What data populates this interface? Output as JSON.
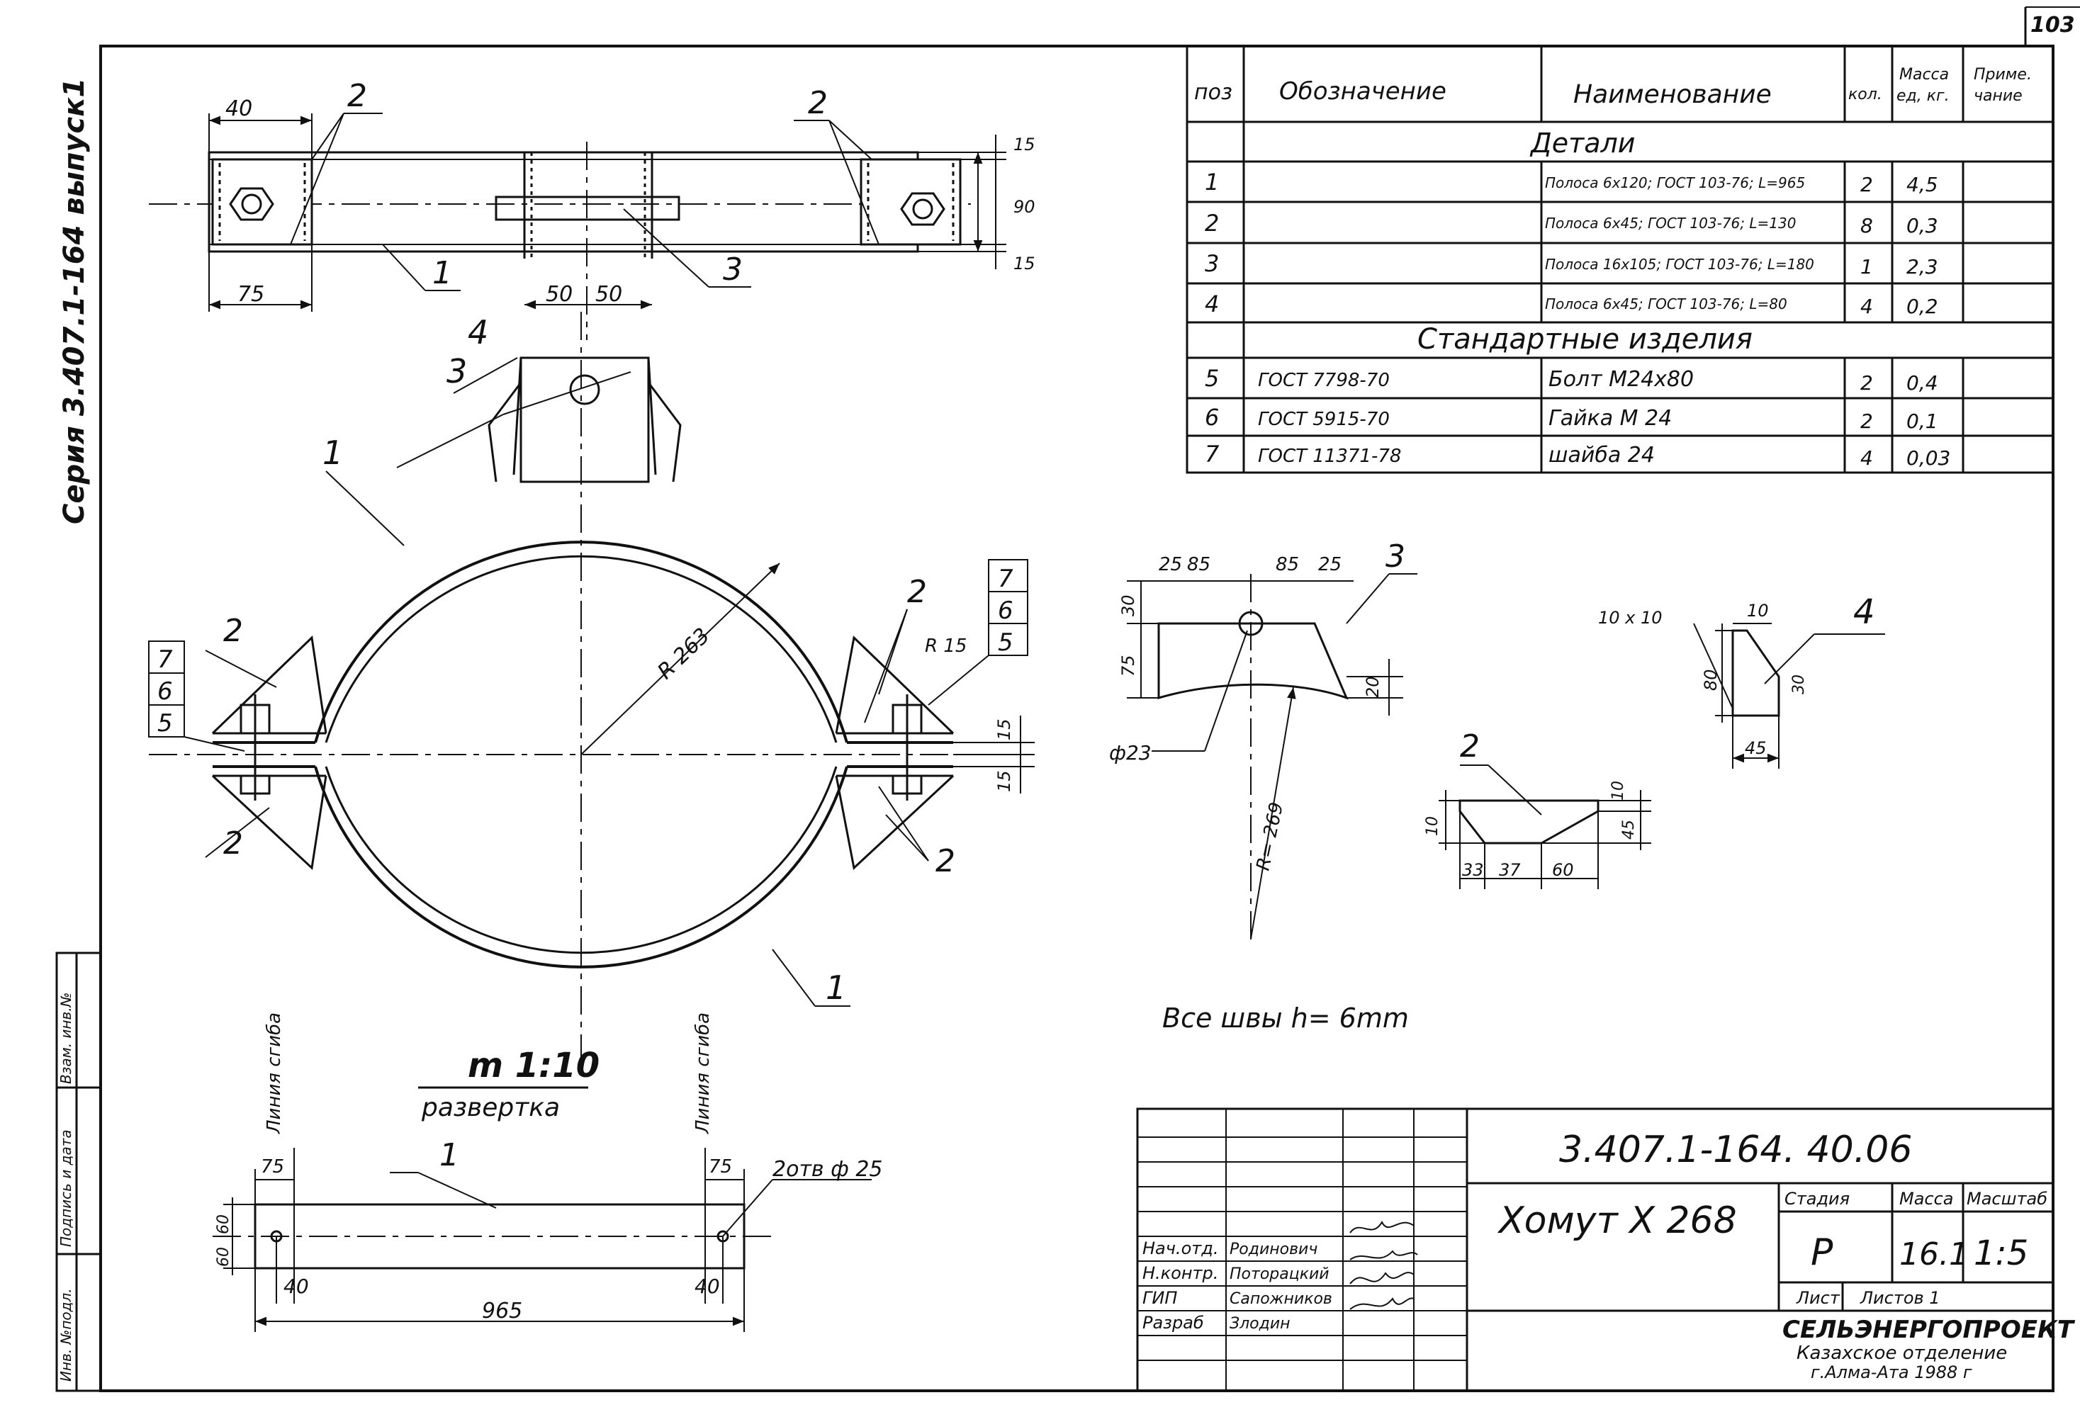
{
  "page_number": "103",
  "series": "Серия 3.407.1-164 выпуск1",
  "spec_table": {
    "headers": {
      "pos": "поз",
      "designation": "Обозначение",
      "name": "Наименование",
      "qty": "кол.",
      "mass1": "Масса",
      "mass2": "ед, кг.",
      "note1": "Приме.",
      "note2": "чание"
    },
    "section_details": "Детали",
    "section_standard": "Стандартные изделия",
    "rows": [
      {
        "pos": "1",
        "designation": "",
        "name": "Полоса 6x120; ГОСТ 103-76; L=965",
        "qty": "2",
        "mass": "4,5"
      },
      {
        "pos": "2",
        "designation": "",
        "name": "Полоса 6x45; ГОСТ 103-76; L=130",
        "qty": "8",
        "mass": "0,3"
      },
      {
        "pos": "3",
        "designation": "",
        "name": "Полоса 16x105; ГОСТ 103-76; L=180",
        "qty": "1",
        "mass": "2,3"
      },
      {
        "pos": "4",
        "designation": "",
        "name": "Полоса 6x45; ГОСТ 103-76; L=80",
        "qty": "4",
        "mass": "0,2"
      },
      {
        "pos": "5",
        "designation": "ГОСТ 7798-70",
        "name": "Болт М24х80",
        "qty": "2",
        "mass": "0,4"
      },
      {
        "pos": "6",
        "designation": "ГОСТ 5915-70",
        "name": "Гайка М 24",
        "qty": "2",
        "mass": "0,1"
      },
      {
        "pos": "7",
        "designation": "ГОСТ 11371-78",
        "name": "шайба 24",
        "qty": "4",
        "mass": "0,03"
      }
    ]
  },
  "top_view": {
    "dim_40": "40",
    "dim_75": "75",
    "dim_50a": "50",
    "dim_50b": "50",
    "dim_15a": "15",
    "dim_90": "90",
    "dim_15b": "15",
    "leader_2a": "2",
    "leader_2b": "2",
    "leader_1": "1",
    "leader_3": "3"
  },
  "main_view": {
    "radius": "R 263",
    "leader_4": "4",
    "leader_3": "3",
    "leader_1a": "1",
    "leader_1b": "1",
    "leader_2_lt": "2",
    "leader_2_lb": "2",
    "leader_2_rt": "2",
    "leader_2_rb": "2",
    "stack_left": [
      "7",
      "6",
      "5"
    ],
    "stack_right": [
      "7",
      "6",
      "5"
    ],
    "r15": "R 15",
    "gap_15a": "15",
    "gap_15b": "15"
  },
  "detail_3": {
    "d25a": "25",
    "d85a": "85",
    "d85b": "85",
    "d25b": "25",
    "d30": "30",
    "d75": "75",
    "d20": "20",
    "hole": "ф23",
    "radius": "R= 269",
    "leader": "3"
  },
  "detail_4": {
    "d10x10": "10 x 10",
    "d10": "10",
    "d80": "80",
    "d30": "30",
    "d45": "45",
    "leader": "4"
  },
  "detail_2": {
    "d10a": "10",
    "d10b": "10",
    "d45": "45",
    "d33": "33",
    "d37": "37",
    "d60": "60",
    "leader": "2"
  },
  "welds_note": "Все швы h= 6mm",
  "scale_label": "m 1:10",
  "unfold_label": "развертка",
  "unfold": {
    "bend_line": "Линия сгиба",
    "d75a": "75",
    "d75b": "75",
    "holes": "2отв ф 25",
    "d60a": "60",
    "d60b": "60",
    "d40a": "40",
    "d40b": "40",
    "length": "965",
    "leader": "1"
  },
  "side_stamp": [
    "Инв. №подл.",
    "Подпись и дата",
    "Взам. инв.№"
  ],
  "title_block": {
    "code": "3.407.1-164. 40.06",
    "title": "Хомут X 268",
    "stage_label": "Стадия",
    "mass_label": "Масса",
    "scale_label": "Масштаб",
    "stage": "Р",
    "mass": "16.1",
    "scale": "1:5",
    "sheet_label": "Лист",
    "sheets_label": "Листов 1",
    "org1": "СЕЛЬЭНЕРГОПРОЕКТ",
    "org2": "Казахское отделение",
    "org3": "г.Алма-Ата 1988 г",
    "people": [
      {
        "role": "Нач.отд.",
        "name": "Родинович"
      },
      {
        "role": "Н.контр.",
        "name": "Поторацкий"
      },
      {
        "role": "ГИП",
        "name": "Сапожников"
      },
      {
        "role": "Разраб",
        "name": "Злодин"
      }
    ]
  }
}
